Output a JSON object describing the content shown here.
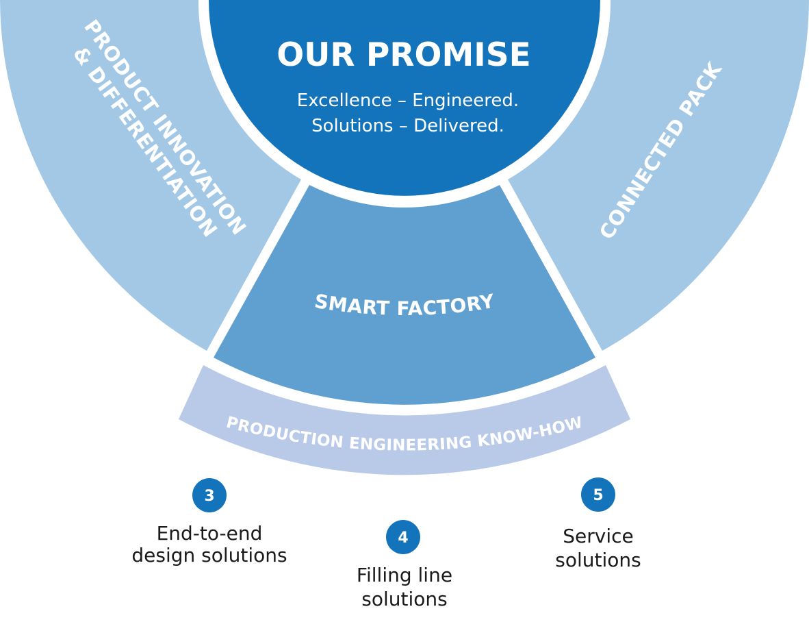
{
  "promise": {
    "title": "OUR PROMISE",
    "subtitle_line1": "Excellence – Engineered.",
    "subtitle_line2": "Solutions – Delivered."
  },
  "segments": {
    "left_line1": "PRODUCT INNOVATION",
    "left_line2": "& DIFFERENTIATION",
    "middle": "SMART FACTORY",
    "right": "CONNECTED PACK"
  },
  "band": {
    "label": "PRODUCTION ENGINEERING KNOW-HOW"
  },
  "solutions": [
    {
      "number": "3",
      "line1": "End-to-end",
      "line2": "design solutions"
    },
    {
      "number": "4",
      "line1": "Filling line",
      "line2": "solutions"
    },
    {
      "number": "5",
      "line1": "Service",
      "line2": "solutions"
    }
  ],
  "colors": {
    "promise": "#1474bb",
    "middle": "#5fa0d0",
    "sides": "#a2c8e5",
    "band": "#b9c9e8",
    "badge": "#1474bb",
    "text_dark": "#1a1a1a"
  }
}
